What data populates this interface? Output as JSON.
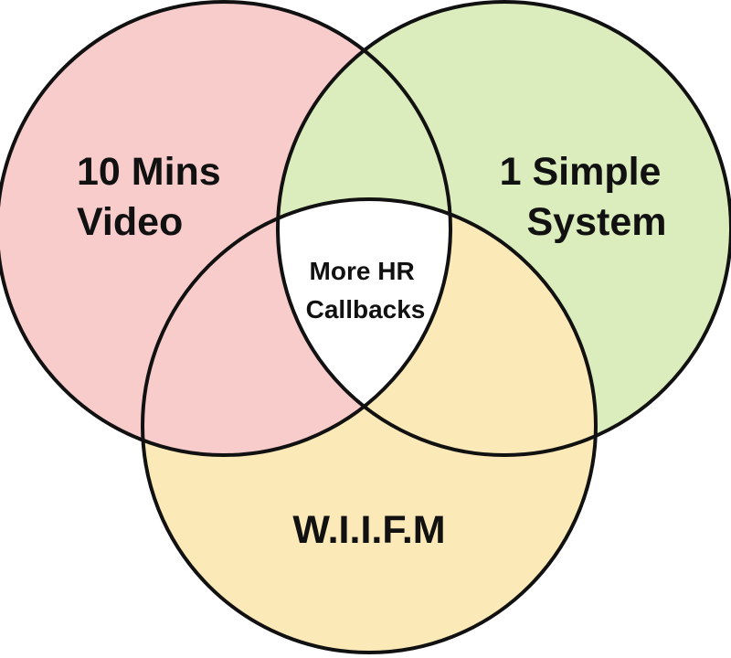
{
  "diagram": {
    "type": "venn-3",
    "sets": [
      {
        "id": "red",
        "label_lines": [
          "10 Mins",
          "Video"
        ],
        "color": "#f9cccc"
      },
      {
        "id": "green",
        "label_lines": [
          "1 Simple",
          "System"
        ],
        "color": "#dcedbd"
      },
      {
        "id": "yellow",
        "label_lines": [
          "W.I.I.F.M"
        ],
        "color": "#fbeab8"
      }
    ],
    "pair_overlap_colors": {
      "red_green": "#dcedbd",
      "red_yellow": "#f9cccc",
      "green_yellow": "#fbeab8"
    },
    "center": {
      "label_lines": [
        "More HR",
        "Callbacks"
      ],
      "color": "#ffffff"
    },
    "outline_color": "#111111"
  }
}
